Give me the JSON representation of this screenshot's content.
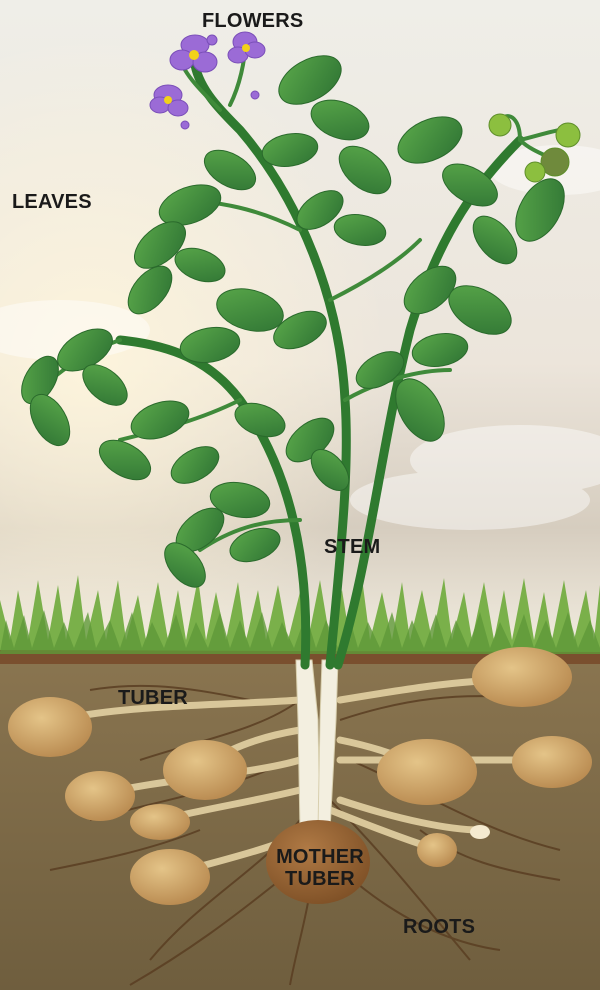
{
  "labels": {
    "flowers": "FLOWERS",
    "leaves": "LEAVES",
    "stem": "STEM",
    "tuber": "TUBER",
    "mother_tuber_line1": "MOTHER",
    "mother_tuber_line2": "TUBER",
    "roots": "ROOTS"
  },
  "colors": {
    "sky_top": "#ecece4",
    "sky_bottom": "#d9cfc0",
    "grass": "#7fb44c",
    "soil_top": "#7a5a3a",
    "soil": "#7d6a48",
    "leaf": "#3f8a3a",
    "leaf_light": "#5fae4a",
    "stem": "#2f7a2f",
    "tuber": "#c9a066",
    "flower": "#9b6bd6",
    "flower_center": "#f2d21a",
    "berry": "#8cbf3f"
  }
}
